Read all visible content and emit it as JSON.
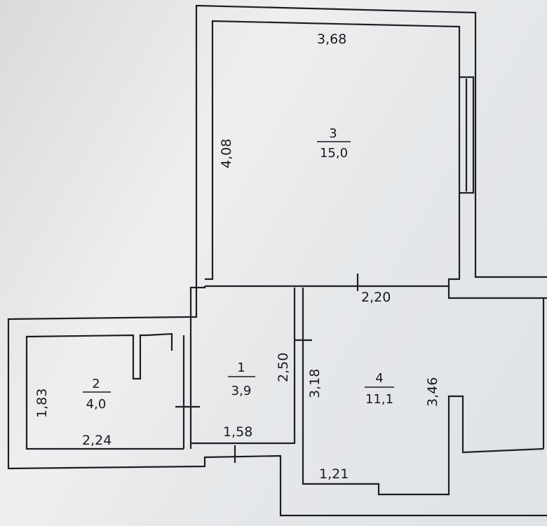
{
  "rooms": [
    {
      "number": "3",
      "area": "15,0"
    },
    {
      "number": "2",
      "area": "4,0"
    },
    {
      "number": "1",
      "area": "3,9"
    },
    {
      "number": "4",
      "area": "11,1"
    }
  ],
  "dimensions": {
    "room3_width": "3,68",
    "room3_height": "4,08",
    "room4_top": "2,20",
    "room2_height": "1,83",
    "room2_width": "2,24",
    "room1_height": "2,50",
    "room1_width": "1,58",
    "room4_left": "3,18",
    "room4_right": "3,46",
    "room4_bottom": "1,21"
  }
}
